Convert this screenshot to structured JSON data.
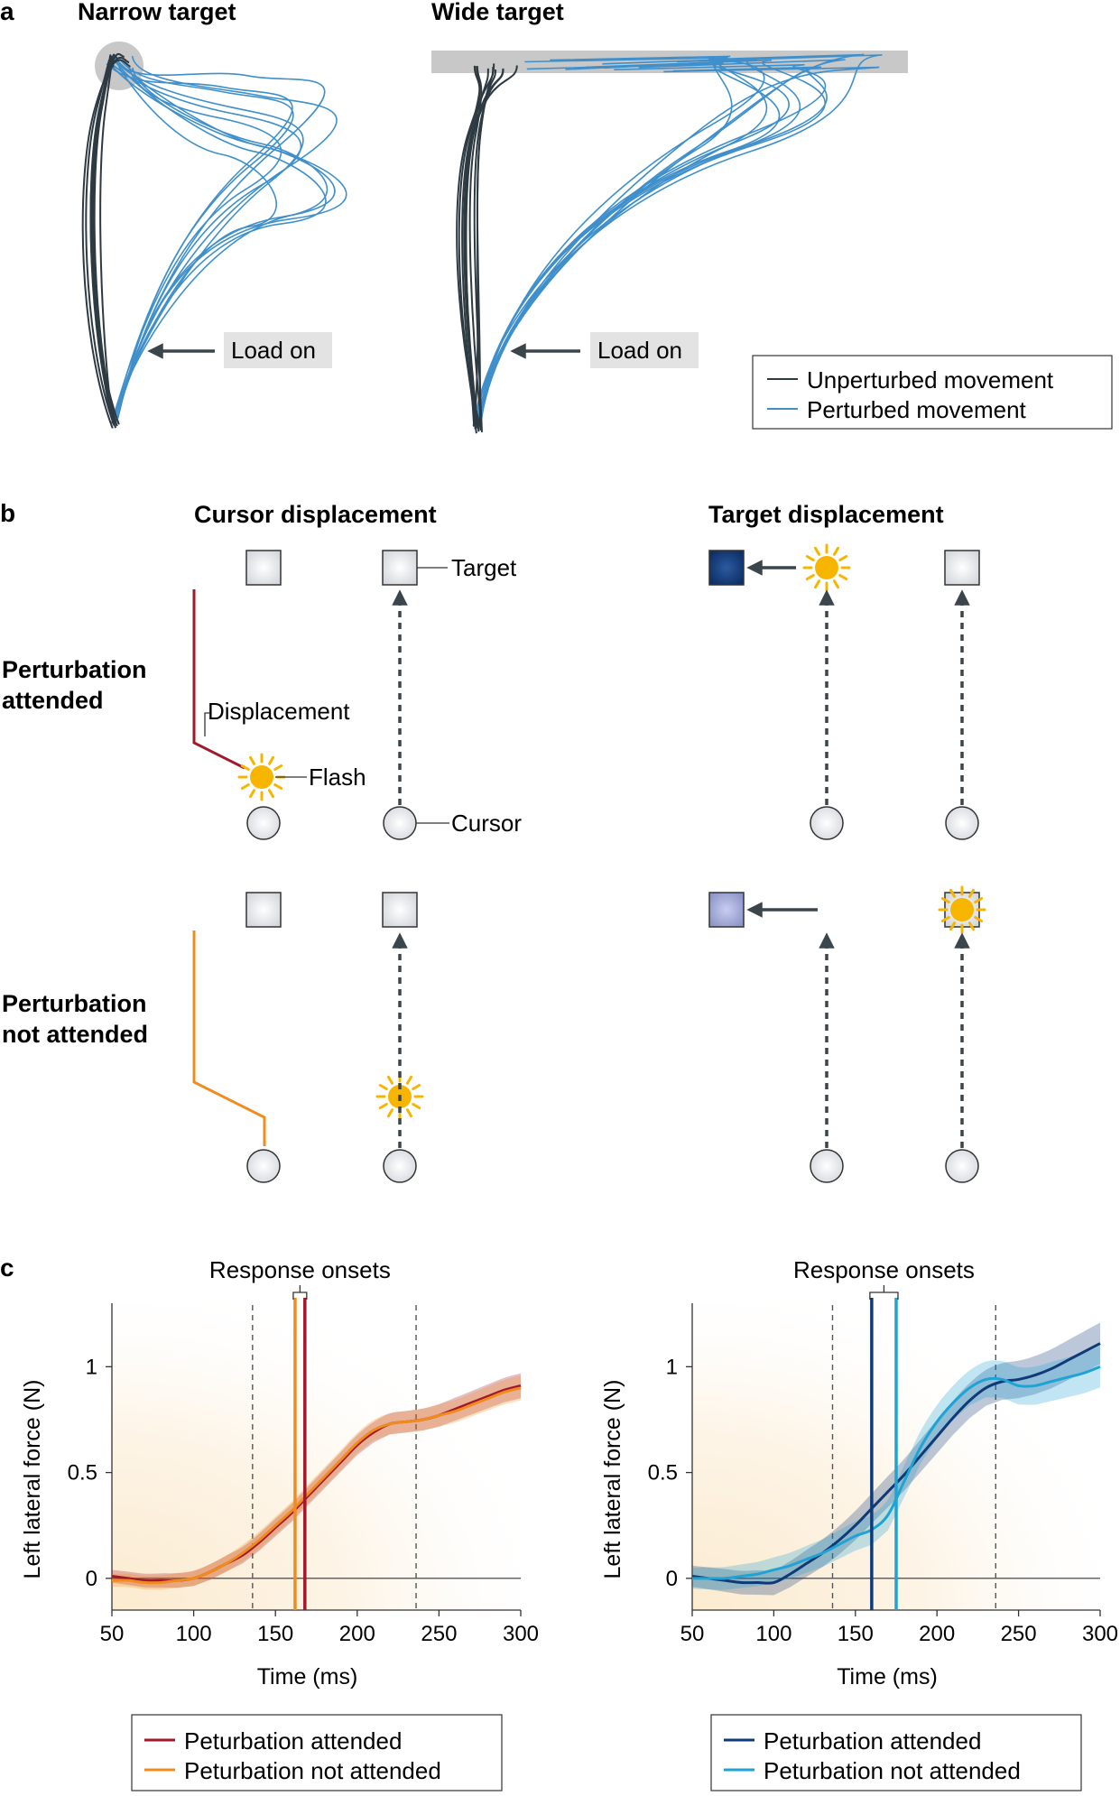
{
  "panel_a": {
    "label": "a",
    "narrow_title": "Narrow target",
    "wide_title": "Wide target",
    "load_on_narrow": "Load on",
    "load_on_wide": "Load on",
    "legend": [
      "Unperturbed movement",
      "Perturbed movement"
    ],
    "colors": {
      "unperturbed": "#2e3a42",
      "perturbed": "#3f8fcb",
      "target": "#c8c8c8"
    }
  },
  "panel_b": {
    "label": "b",
    "cursor_title": "Cursor displacement",
    "target_title": "Target displacement",
    "row_attended": "Perturbation\nattended",
    "row_not_attended": "Perturbation\nnot attended",
    "lbl_target": "Target",
    "lbl_displacement": "Displacement",
    "lbl_flash": "Flash",
    "lbl_cursor": "Cursor",
    "colors": {
      "attended": "#a1182a",
      "not_attended": "#f08c1e",
      "flash": "#f7b500",
      "target_dark": "#0f3a78",
      "target_light": "#9ba3d0"
    }
  },
  "panel_c": {
    "label": "c"
  },
  "chart_data": [
    {
      "type": "line",
      "annotation": "Response onsets",
      "xlabel": "Time (ms)",
      "ylabel": "Left lateral force (N)",
      "xlim": [
        50,
        300
      ],
      "ylim": [
        -0.15,
        1.3
      ],
      "xticks": [
        50,
        100,
        150,
        200,
        250,
        300
      ],
      "yticks": [
        0,
        0.5,
        1
      ],
      "ytick_labels": [
        "0",
        "0.5",
        "1"
      ],
      "dashed_vlines": [
        136,
        236
      ],
      "onsets": [
        {
          "x": 168,
          "series": 0
        },
        {
          "x": 162,
          "series": 1
        }
      ],
      "x": [
        50,
        60,
        70,
        80,
        90,
        100,
        110,
        120,
        130,
        140,
        150,
        160,
        170,
        180,
        190,
        200,
        210,
        220,
        230,
        240,
        250,
        260,
        270,
        280,
        290,
        300
      ],
      "series": [
        {
          "name": "Peturbation attended",
          "color": "#a1182a",
          "band": 0.03,
          "values": [
            0.01,
            0.0,
            -0.01,
            -0.01,
            -0.01,
            0.0,
            0.03,
            0.07,
            0.11,
            0.17,
            0.24,
            0.31,
            0.39,
            0.47,
            0.55,
            0.63,
            0.69,
            0.73,
            0.74,
            0.75,
            0.77,
            0.8,
            0.83,
            0.86,
            0.89,
            0.91
          ]
        },
        {
          "name": "Peturbation not attended",
          "color": "#f08c1e",
          "band": 0.03,
          "values": [
            -0.01,
            -0.01,
            -0.02,
            -0.02,
            -0.01,
            0.0,
            0.03,
            0.07,
            0.12,
            0.18,
            0.25,
            0.32,
            0.4,
            0.48,
            0.56,
            0.64,
            0.7,
            0.73,
            0.74,
            0.75,
            0.77,
            0.79,
            0.82,
            0.85,
            0.88,
            0.9
          ]
        }
      ]
    },
    {
      "type": "line",
      "annotation": "Response onsets",
      "xlabel": "Time (ms)",
      "ylabel": "Left lateral force (N)",
      "xlim": [
        50,
        300
      ],
      "ylim": [
        -0.15,
        1.3
      ],
      "xticks": [
        50,
        100,
        150,
        200,
        250,
        300
      ],
      "yticks": [
        0,
        0.5,
        1
      ],
      "ytick_labels": [
        "0",
        "0.5",
        "1"
      ],
      "dashed_vlines": [
        136,
        236
      ],
      "onsets": [
        {
          "x": 160,
          "series": 0
        },
        {
          "x": 175,
          "series": 1
        }
      ],
      "x": [
        50,
        60,
        70,
        80,
        90,
        100,
        110,
        120,
        130,
        140,
        150,
        160,
        170,
        180,
        190,
        200,
        210,
        220,
        230,
        240,
        250,
        260,
        270,
        280,
        290,
        300
      ],
      "series": [
        {
          "name": "Peturbation attended",
          "color": "#0f3a78",
          "band": 0.05,
          "values": [
            0.01,
            0.0,
            -0.01,
            -0.02,
            -0.02,
            -0.02,
            0.02,
            0.07,
            0.12,
            0.18,
            0.25,
            0.33,
            0.41,
            0.49,
            0.58,
            0.67,
            0.76,
            0.84,
            0.9,
            0.93,
            0.94,
            0.96,
            0.99,
            1.03,
            1.07,
            1.11
          ]
        },
        {
          "name": "Peturbation not attended",
          "color": "#1fa3d4",
          "band": 0.05,
          "values": [
            0.0,
            0.0,
            0.0,
            0.01,
            0.02,
            0.04,
            0.06,
            0.09,
            0.12,
            0.16,
            0.2,
            0.23,
            0.3,
            0.46,
            0.62,
            0.74,
            0.83,
            0.9,
            0.94,
            0.94,
            0.91,
            0.91,
            0.93,
            0.95,
            0.97,
            1.0
          ]
        }
      ]
    }
  ]
}
